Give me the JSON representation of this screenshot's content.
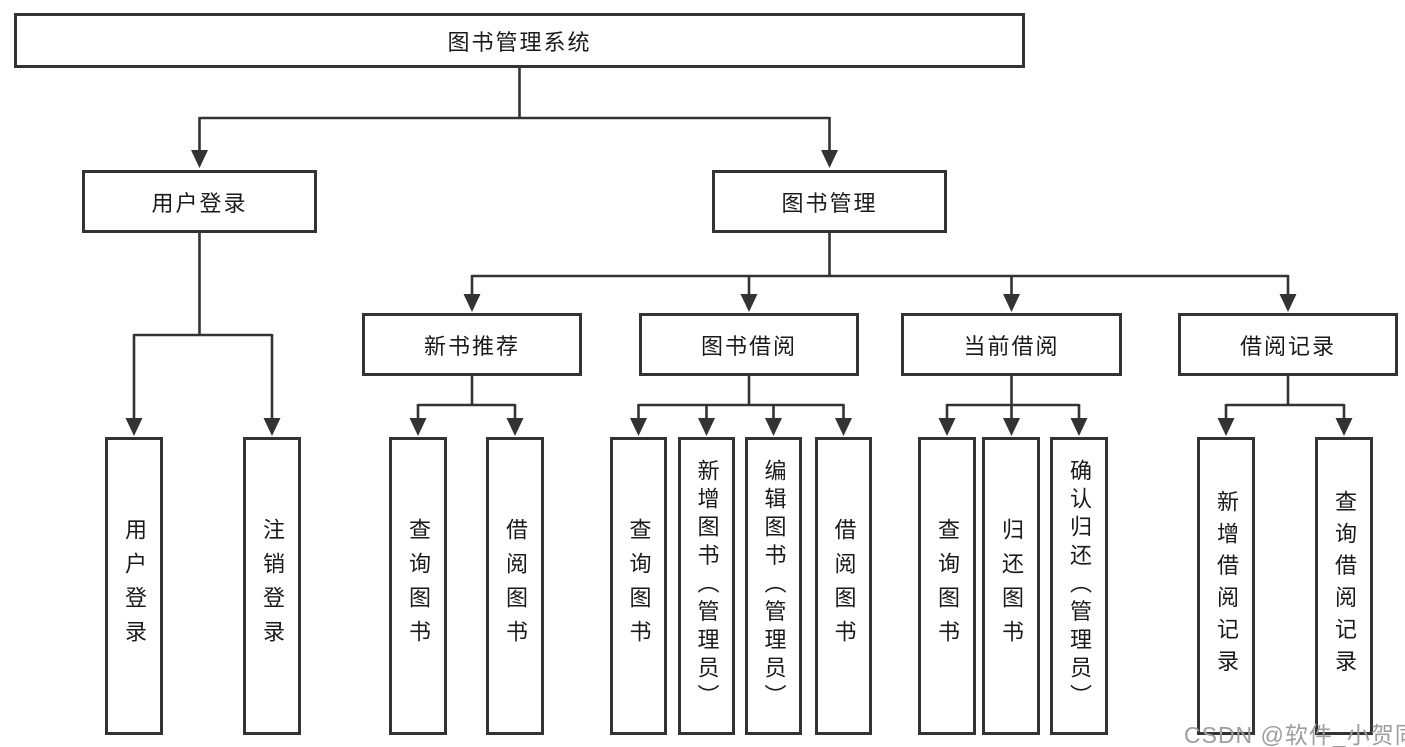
{
  "diagram_title": "图书管理系统",
  "root": {
    "label": "图书管理系统"
  },
  "branches": [
    {
      "label": "用户登录",
      "leaves": [
        "用户登录",
        "注销登录"
      ]
    },
    {
      "label": "图书管理",
      "children": [
        {
          "label": "新书推荐",
          "leaves": [
            "查询图书",
            "借阅图书"
          ]
        },
        {
          "label": "图书借阅",
          "leaves": [
            "查询图书",
            "新增图书（管理员）",
            "编辑图书（管理员）",
            "借阅图书"
          ]
        },
        {
          "label": "当前借阅",
          "leaves": [
            "查询图书",
            "归还图书",
            "确认归还（管理员）"
          ]
        },
        {
          "label": "借阅记录",
          "leaves": [
            "新增借阅记录",
            "查询借阅记录"
          ]
        }
      ]
    }
  ],
  "watermark": {
    "text": "CSDN @软件_小贺同学"
  },
  "colors": {
    "line": "#333333",
    "box_border": "#333333",
    "box_fill": "#ffffff",
    "text": "#1a1a1a",
    "watermark": "#9e9e9e",
    "background": "#ffffff"
  }
}
